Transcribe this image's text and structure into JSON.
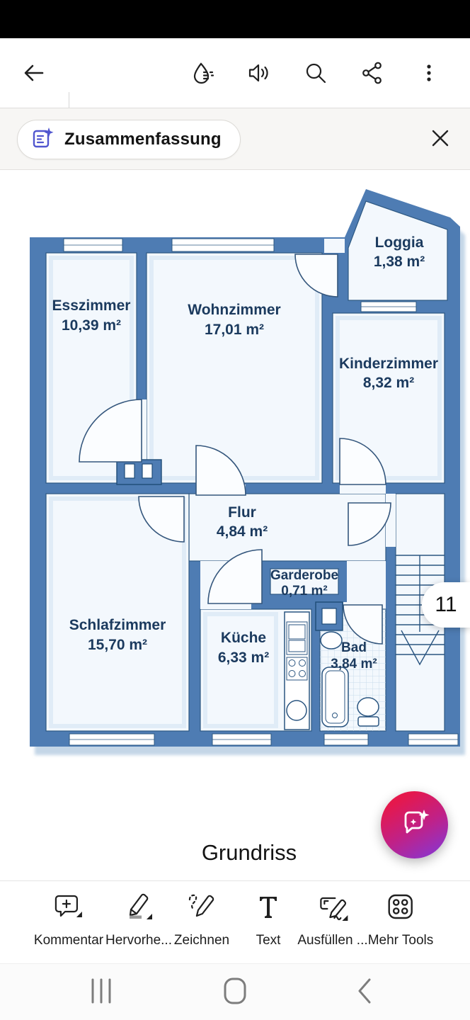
{
  "status_bar": {
    "background": "#000000"
  },
  "toolbar": {
    "back_icon": "back-arrow",
    "icons": [
      "liquid-mode-icon",
      "read-aloud-icon",
      "search-icon",
      "share-icon",
      "overflow-menu-icon"
    ]
  },
  "summary_bar": {
    "chip_label": "Zusammenfassung",
    "chip_icon": "ai-summary-icon",
    "close_icon": "close-x"
  },
  "document": {
    "page_badge": "11",
    "caption": "Grundriss",
    "floorplan": {
      "rooms": [
        {
          "name": "Esszimmer",
          "area": "10,39 m²"
        },
        {
          "name": "Wohnzimmer",
          "area": "17,01 m²"
        },
        {
          "name": "Loggia",
          "area": "1,38 m²"
        },
        {
          "name": "Kinderzimmer",
          "area": "8,32 m²"
        },
        {
          "name": "Flur",
          "area": "4,84 m²"
        },
        {
          "name": "Garderobe",
          "area": "0,71 m²"
        },
        {
          "name": "Schlafzimmer",
          "area": "15,70 m²"
        },
        {
          "name": "Küche",
          "area": "6,33 m²"
        },
        {
          "name": "Bad",
          "area": "3,84 m²"
        }
      ],
      "colors": {
        "wall": "#4e7cb3",
        "room_fill": "#f3f8fd",
        "outline": "#2d5882",
        "label_text": "#1b3a5e",
        "shadow": "#cfe0f0"
      }
    }
  },
  "ai_fab": {
    "icon": "ai-assistant-icon",
    "gradient_start": "#e5184c",
    "gradient_end": "#7f39dd"
  },
  "tools_bar": {
    "items": [
      {
        "label": "Kommentar",
        "icon": "comment-add-icon",
        "has_submenu": true
      },
      {
        "label": "Hervorhe...",
        "icon": "highlighter-icon",
        "has_submenu": true
      },
      {
        "label": "Zeichnen",
        "icon": "draw-pencil-icon",
        "has_submenu": false
      },
      {
        "label": "Text",
        "icon": "text-icon",
        "has_submenu": false
      },
      {
        "label": "Ausfüllen ...",
        "icon": "fill-sign-icon",
        "has_submenu": true
      },
      {
        "label": "Mehr Tools",
        "icon": "more-tools-icon",
        "has_submenu": false
      }
    ]
  },
  "nav_bar": {
    "icons": [
      "recents-icon",
      "home-icon",
      "back-icon"
    ]
  }
}
